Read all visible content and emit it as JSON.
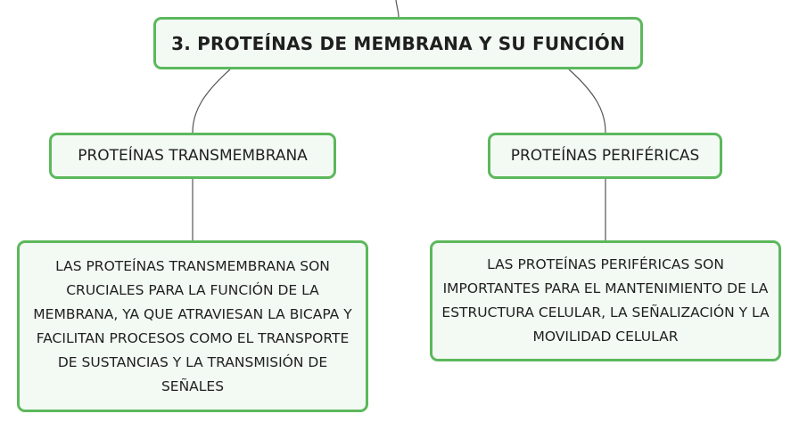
{
  "colors": {
    "node_border": "#5cb85c",
    "node_fill": "#f3faf4",
    "connector": "#555555"
  },
  "root": {
    "label": "3. PROTEÍNAS DE MEMBRANA Y SU FUNCIÓN"
  },
  "branches": [
    {
      "label": "PROTEÍNAS TRANSMEMBRANA",
      "description": "LAS PROTEÍNAS TRANSMEMBRANA SON CRUCIALES PARA LA FUNCIÓN DE LA MEMBRANA, YA QUE ATRAVIESAN LA BICAPA Y FACILITAN PROCESOS COMO EL TRANSPORTE DE SUSTANCIAS Y LA TRANSMISIÓN DE SEÑALES"
    },
    {
      "label": "PROTEÍNAS PERIFÉRICAS",
      "description": "LAS PROTEÍNAS PERIFÉRICAS SON IMPORTANTES PARA EL MANTENIMIENTO DE LA ESTRUCTURA CELULAR, LA SEÑALIZACIÓN Y LA MOVILIDAD CELULAR"
    }
  ]
}
